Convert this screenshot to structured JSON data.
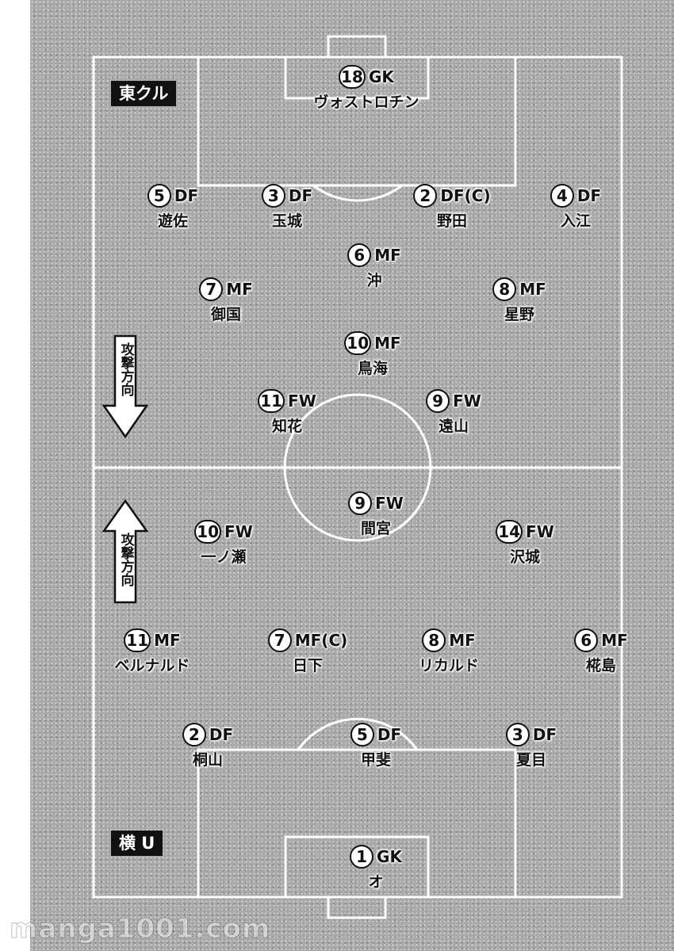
{
  "top_team": {
    "label": "東クル",
    "attack_direction": "攻撃方向",
    "players": [
      {
        "number": "18",
        "position": "GK",
        "name": "ヴォストロチン"
      },
      {
        "number": "5",
        "position": "DF",
        "name": "遊佐"
      },
      {
        "number": "3",
        "position": "DF",
        "name": "玉城"
      },
      {
        "number": "2",
        "position": "DF(C)",
        "name": "野田"
      },
      {
        "number": "4",
        "position": "DF",
        "name": "入江"
      },
      {
        "number": "6",
        "position": "MF",
        "name": "沖"
      },
      {
        "number": "7",
        "position": "MF",
        "name": "御国"
      },
      {
        "number": "8",
        "position": "MF",
        "name": "星野"
      },
      {
        "number": "10",
        "position": "MF",
        "name": "鳥海"
      },
      {
        "number": "11",
        "position": "FW",
        "name": "知花"
      },
      {
        "number": "9",
        "position": "FW",
        "name": "遠山"
      }
    ]
  },
  "bottom_team": {
    "label": "横 U",
    "attack_direction": "攻撃方向",
    "players": [
      {
        "number": "9",
        "position": "FW",
        "name": "間宮"
      },
      {
        "number": "10",
        "position": "FW",
        "name": "一ノ瀬"
      },
      {
        "number": "14",
        "position": "FW",
        "name": "沢城"
      },
      {
        "number": "11",
        "position": "MF",
        "name": "ベルナルド"
      },
      {
        "number": "7",
        "position": "MF(C)",
        "name": "日下"
      },
      {
        "number": "8",
        "position": "MF",
        "name": "リカルド"
      },
      {
        "number": "6",
        "position": "MF",
        "name": "椛島"
      },
      {
        "number": "2",
        "position": "DF",
        "name": "桐山"
      },
      {
        "number": "5",
        "position": "DF",
        "name": "甲斐"
      },
      {
        "number": "3",
        "position": "DF",
        "name": "夏目"
      },
      {
        "number": "1",
        "position": "GK",
        "name": "オ"
      }
    ]
  },
  "watermark": "manga1001.com"
}
